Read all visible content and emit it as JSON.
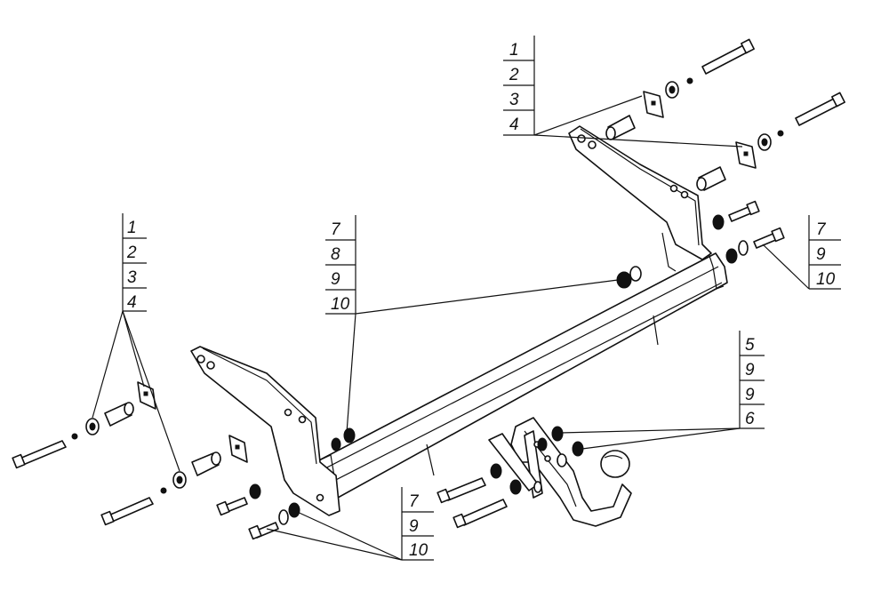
{
  "callouts": {
    "top_left": [
      "1",
      "2",
      "3",
      "4"
    ],
    "top_right": [
      "1",
      "2",
      "3",
      "4"
    ],
    "middle": [
      "7",
      "8",
      "9",
      "10"
    ],
    "right": [
      "7",
      "9",
      "10"
    ],
    "ball": [
      "5",
      "9",
      "9",
      "6"
    ],
    "bottom_mid": [
      "7",
      "9",
      "10"
    ]
  },
  "colors": {
    "line": "#111111",
    "paper": "#ffffff"
  }
}
